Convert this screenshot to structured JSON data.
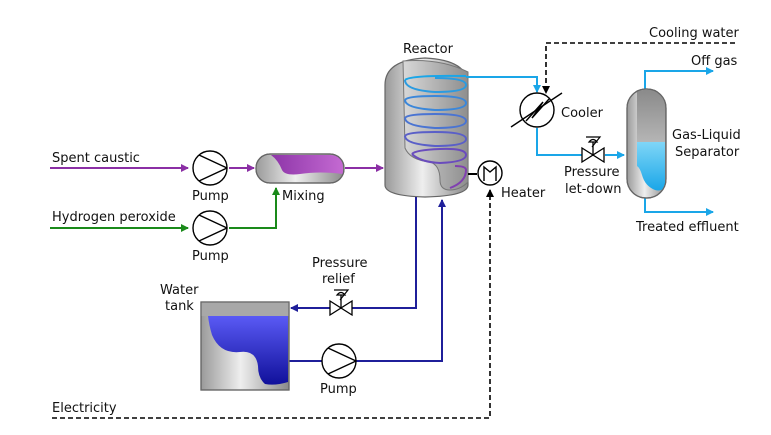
{
  "diagram": {
    "title": "Wet air oxidation of spent caustic process flow",
    "colors": {
      "spent_caustic": "#8b2fa5",
      "hydrogen_peroxide": "#1a8a1a",
      "water_loop": "#1f1f9a",
      "reactor_effluent": "#1aa6e8",
      "utility_dashed": "#000000"
    },
    "labels": {
      "spent_caustic": "Spent caustic",
      "hydrogen_peroxide": "Hydrogen peroxide",
      "pump_1": "Pump",
      "pump_2": "Pump",
      "pump_3": "Pump",
      "mixing": "Mixing",
      "reactor": "Reactor",
      "heater": "Heater",
      "cooler": "Cooler",
      "cooling_water": "Cooling water",
      "off_gas": "Off gas",
      "pressure_letdown_1": "Pressure",
      "pressure_letdown_2": "let-down",
      "separator_1": "Gas-Liquid",
      "separator_2": "Separator",
      "treated_effluent": "Treated effluent",
      "pressure_relief_1": "Pressure",
      "pressure_relief_2": "relief",
      "water_tank_1": "Water",
      "water_tank_2": "tank",
      "electricity": "Electricity"
    },
    "icons": {
      "pump": "pump-icon",
      "valve": "control-valve-icon",
      "heater": "heater-icon",
      "cooler": "heat-exchanger-icon"
    }
  }
}
